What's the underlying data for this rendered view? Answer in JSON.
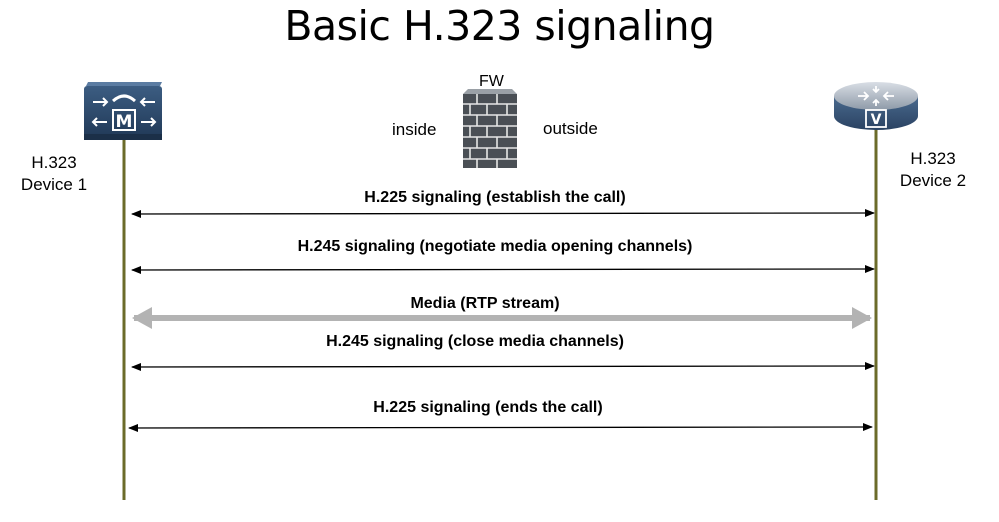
{
  "title": "Basic H.323 signaling",
  "devices": {
    "left": {
      "line1": "H.323",
      "line2": "Device 1",
      "icon_letter": "M",
      "icon": "mcu-icon"
    },
    "right": {
      "line1": "H.323",
      "line2": "Device 2",
      "icon_letter": "V",
      "icon": "voice-router-icon"
    }
  },
  "firewall": {
    "label": "FW",
    "inside": "inside",
    "outside": "outside",
    "icon": "firewall-icon"
  },
  "messages": [
    {
      "text": "H.225 signaling (establish the call)",
      "style": "thin"
    },
    {
      "text": "H.245 signaling (negotiate media opening channels)",
      "style": "thin"
    },
    {
      "text": "Media (RTP stream)",
      "style": "thick"
    },
    {
      "text": "H.245 signaling (close media channels)",
      "style": "thin"
    },
    {
      "text": "H.225 signaling (ends the call)",
      "style": "thin"
    }
  ],
  "colors": {
    "lifeline": "#6b6b2a",
    "arrow": "#000000",
    "media_arrow": "#b3b3b3",
    "device_icon": "#2b4a6e",
    "router_icon": "#3a5f86"
  }
}
